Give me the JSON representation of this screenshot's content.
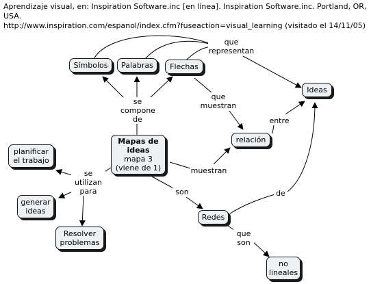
{
  "citation": "Aprendizaje visual, en: Inspiration Software.inc [en línea]. Inspiration Software.inc. Portland, OR, USA.\nhttp://www.inspiration.com/espanol/index.cfm?fuseaction=visual_learning (visitado el 14/11/05)",
  "nodes": {
    "simbolos": "Símbolos",
    "palabras": "Palabras",
    "flechas": "Flechas",
    "ideas": "Ideas",
    "relacion": "relación",
    "mapas_title": "Mapas de ideas",
    "mapas_sub": "mapa 3",
    "mapas_sub2": "(viene de 1)",
    "planificar": "planificar el trabajo",
    "generar": "generar ideas",
    "resolver": "Resolver problemas",
    "redes": "Redes",
    "no_lineales": "no lineales"
  },
  "links": {
    "que_representan": "que\nrepresentan",
    "se_compone_de": "se\ncompone\nde",
    "que_muestran": "que\nmuestran",
    "entre": "entre",
    "muestran": "muestran",
    "se_utilizan_para": "se\nutilizan\npara",
    "son": "son",
    "de": "de",
    "que_son": "que\nson"
  }
}
